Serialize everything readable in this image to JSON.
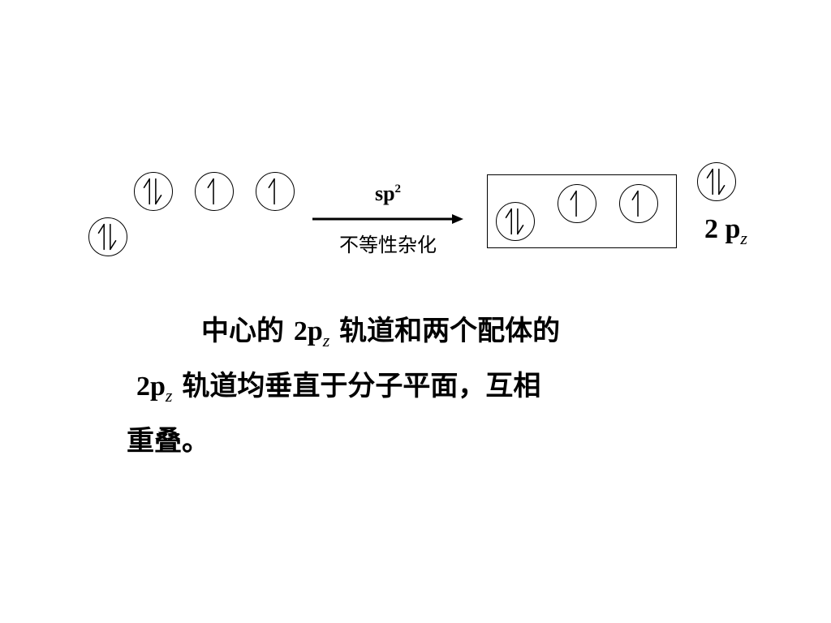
{
  "diagram": {
    "left_orbitals": [
      {
        "id": "l1",
        "state": "paired"
      },
      {
        "id": "l2",
        "state": "paired"
      },
      {
        "id": "l3",
        "state": "single"
      },
      {
        "id": "l4",
        "state": "single"
      }
    ],
    "arrow": {
      "top_label": "sp",
      "top_label_sup": "2",
      "bottom_label": "不等性杂化"
    },
    "hybrid_orbitals": [
      {
        "id": "h1",
        "state": "paired"
      },
      {
        "id": "h2",
        "state": "single"
      },
      {
        "id": "h3",
        "state": "single"
      }
    ],
    "pz_orbital": {
      "state": "paired"
    },
    "pz_label": {
      "main": "2 p",
      "sub": "z"
    }
  },
  "paragraph": {
    "line1_a": "中心的 ",
    "line1_latin": "2p",
    "line1_sub": "z",
    "line1_b": " 轨道和两个配体的",
    "line2_latin": "2p",
    "line2_sub": "z",
    "line2_b": " 轨道均垂直于分子平面，互相",
    "line3": "重叠。"
  }
}
